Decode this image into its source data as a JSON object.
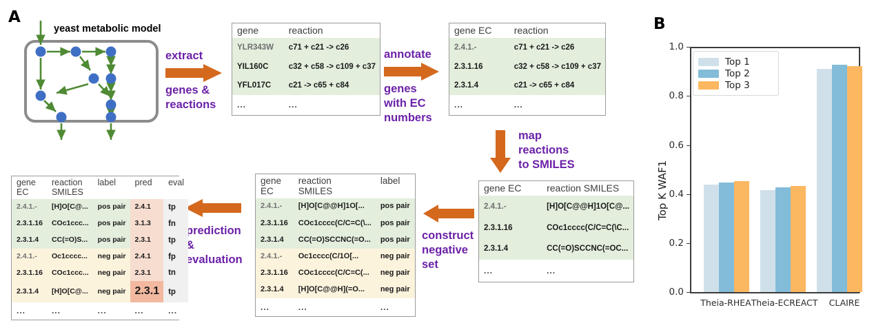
{
  "panels": {
    "a_letter": "A",
    "b_letter": "B"
  },
  "diagram": {
    "model_title": "yeast metabolic model",
    "arrows": {
      "extract": {
        "above": "extract",
        "below_line1": "genes &",
        "below_line2": "reactions"
      },
      "annotate": {
        "above": "annotate",
        "below_line1": "genes",
        "below_line2": "with EC",
        "below_line3": "numbers"
      },
      "map": {
        "line1": "map",
        "line2": "reactions",
        "line3": "to SMILES"
      },
      "construct": {
        "line1": "construct",
        "line2": "negative",
        "line3": "set"
      },
      "predict": {
        "line1": "prediction",
        "line2": "&",
        "line3": "evaluation"
      }
    },
    "table_gene_reaction": {
      "headers": [
        "gene",
        "reaction"
      ],
      "rows": [
        [
          "YLR343W",
          "c71 + c21 -> c26"
        ],
        [
          "YIL160C",
          "c32 + c58 -> c109 + c37"
        ],
        [
          "YFL017C",
          "c21 -> c65 + c84"
        ]
      ],
      "dots": [
        "...",
        "..."
      ]
    },
    "table_ec_reaction": {
      "headers": [
        "gene EC",
        "reaction"
      ],
      "rows": [
        [
          "2.4.1.-",
          "c71 + c21 -> c26"
        ],
        [
          "2.3.1.16",
          "c32 + c58 -> c109 + c37"
        ],
        [
          "2.3.1.4",
          "c21 -> c65 + c84"
        ]
      ],
      "dots": [
        "...",
        "..."
      ]
    },
    "table_ec_smiles": {
      "headers": [
        "gene EC",
        "reaction SMILES"
      ],
      "rows": [
        [
          "2.4.1.-",
          "[H]O[C@@H]1O[C@..."
        ],
        [
          "2.3.1.16",
          "COc1cccc(C/C=C(\\C..."
        ],
        [
          "2.3.1.4",
          "CC(=O)SCCNC(=OC..."
        ]
      ],
      "dots": [
        "...",
        "..."
      ]
    },
    "table_labeled": {
      "headers": [
        "gene\nEC",
        "reaction\nSMILES",
        "label"
      ],
      "header_gene_l1": "gene",
      "header_gene_l2": "EC",
      "header_rxn_l1": "reaction",
      "header_rxn_l2": "SMILES",
      "header_label": "label",
      "rows_pos": [
        [
          "2.4.1.-",
          "[H]O[C@@H]1O[...",
          "pos pair"
        ],
        [
          "2.3.1.16",
          "COc1cccc(C/C=C(\\...",
          "pos pair"
        ],
        [
          "2.3.1.4",
          "CC(=O)SCCNC(=O...",
          "pos pair"
        ]
      ],
      "rows_neg": [
        [
          "2.4.1.-",
          "Oc1cccc(C/1O[...",
          "neg pair"
        ],
        [
          "2.3.1.16",
          "COc1cccc(C/C=C(...",
          "neg pair"
        ],
        [
          "2.3.1.4",
          "[H]O[C@@H](=O...",
          "neg pair"
        ]
      ],
      "dots": [
        "...",
        "...",
        "..."
      ]
    },
    "table_eval": {
      "header_gene_l1": "gene",
      "header_gene_l2": "EC",
      "header_rxn_l1": "reaction",
      "header_rxn_l2": "SMILES",
      "header_label": "label",
      "header_pred": "pred",
      "header_eval": "eval",
      "rows_pos": [
        [
          "2.4.1.-",
          "[H]O[C@...",
          "pos pair",
          "2.4.1",
          "tp"
        ],
        [
          "2.3.1.16",
          "COc1ccc...",
          "pos pair",
          "3.1.3",
          "fn"
        ],
        [
          "2.3.1.4",
          "CC(=O)S...",
          "pos pair",
          "2.3.1",
          "tp"
        ]
      ],
      "rows_neg": [
        [
          "2.4.1.-",
          "Oc1cccc...",
          "neg pair",
          "2.4.1",
          "fp"
        ],
        [
          "2.3.1.16",
          "COc1ccc...",
          "neg pair",
          "2.3.1",
          "tn"
        ],
        [
          "2.3.1.4",
          "[H]O[C@...",
          "neg pair",
          "2.3.1",
          "tp"
        ]
      ],
      "dots": [
        "...",
        "...",
        "...",
        "...",
        "..."
      ]
    }
  },
  "chart_data": {
    "type": "bar",
    "title": "",
    "xlabel": "",
    "ylabel": "Top K WAF1",
    "ylim": [
      0.0,
      1.0
    ],
    "ytick_labels": [
      "0.0",
      "0.2",
      "0.4",
      "0.6",
      "0.8",
      "1.0"
    ],
    "yticks": [
      0.0,
      0.2,
      0.4,
      0.6,
      0.8,
      1.0
    ],
    "grid": false,
    "legend_position": "upper left",
    "categories": [
      "Theia-RHEA",
      "Theia-ECREACT",
      "CLAIRE"
    ],
    "series": [
      {
        "name": "Top 1",
        "color": "#cfe0ea",
        "values": [
          0.438,
          0.416,
          0.91
        ]
      },
      {
        "name": "Top 2",
        "color": "#82bcd8",
        "values": [
          0.447,
          0.427,
          0.927
        ]
      },
      {
        "name": "Top 3",
        "color": "#fcb761",
        "values": [
          0.452,
          0.433,
          0.921
        ]
      }
    ]
  },
  "colors": {
    "arrow_orange": "#d4691e",
    "label_purple": "#6b21a8",
    "node_blue": "#3f6fc4",
    "edge_green": "#4f8a34",
    "pos_row": "#e3eedd",
    "neg_row": "#fcf3dd"
  }
}
